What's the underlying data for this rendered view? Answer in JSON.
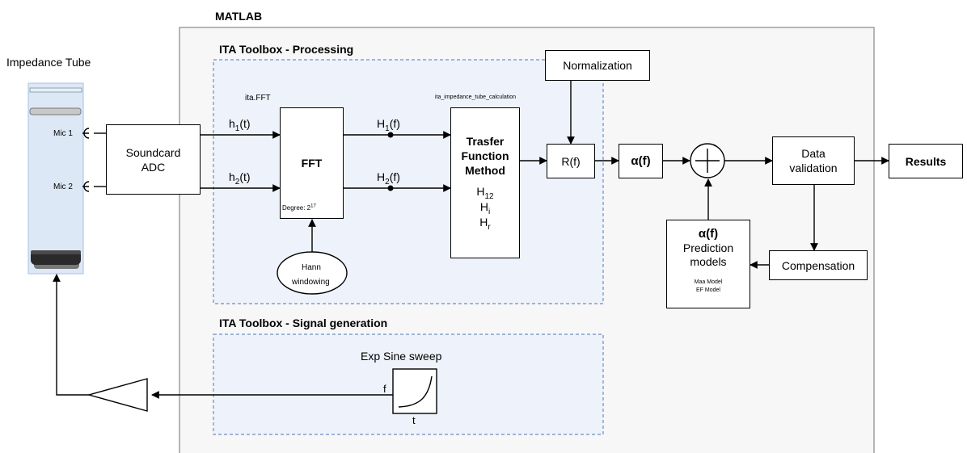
{
  "matlab_label": "MATLAB",
  "tube": {
    "title": "Impedance Tube",
    "mic1": "Mic 1",
    "mic2": "Mic 2"
  },
  "soundcard": {
    "line1": "Soundcard",
    "line2": "ADC"
  },
  "processing": {
    "title": "ITA Toolbox - Processing",
    "ita_fft": "ita.FFT",
    "h1_base": "h",
    "h1_sub": "1",
    "h1_tail": "(t)",
    "h2_base": "h",
    "h2_sub": "2",
    "h2_tail": "(t)",
    "fft_label": "FFT",
    "degree_prefix": "Degree: 2",
    "degree_exp": "17",
    "hann_line1": "Hann",
    "hann_line2": "windowing",
    "H1f_base": "H",
    "H1f_sub": "1",
    "H1f_tail": "(f)",
    "H2f_base": "H",
    "H2f_sub": "2",
    "H2f_tail": "(f)",
    "calc_label": "ita_impedance_tube_calculation",
    "tf_line1": "Trasfer",
    "tf_line2": "Function",
    "tf_line3": "Method",
    "H12_base": "H",
    "H12_sub": "12",
    "Hi_base": "H",
    "Hi_sub": "i",
    "Hr_base": "H",
    "Hr_sub": "r"
  },
  "normalization": "Normalization",
  "rf": "R(f)",
  "alpha": "α(f)",
  "sum_symbol": "+",
  "data_validation": {
    "line1": "Data",
    "line2": "validation"
  },
  "results": "Results",
  "compensation": "Compensation",
  "prediction": {
    "alpha": "α(f)",
    "line1": "Prediction",
    "line2": "models",
    "maa": "Maa Model",
    "ef": "EF Model"
  },
  "signal": {
    "title": "ITA Toolbox - Signal generation",
    "sweep": "Exp Sine sweep",
    "f_axis": "f",
    "t_axis": "t"
  },
  "colors": {
    "line": "#000000",
    "panel_border": "#888888",
    "dashed_border": "#6c8ebf",
    "dashed_fill": "#eef3fb",
    "panel_fill": "#f7f7f7"
  }
}
